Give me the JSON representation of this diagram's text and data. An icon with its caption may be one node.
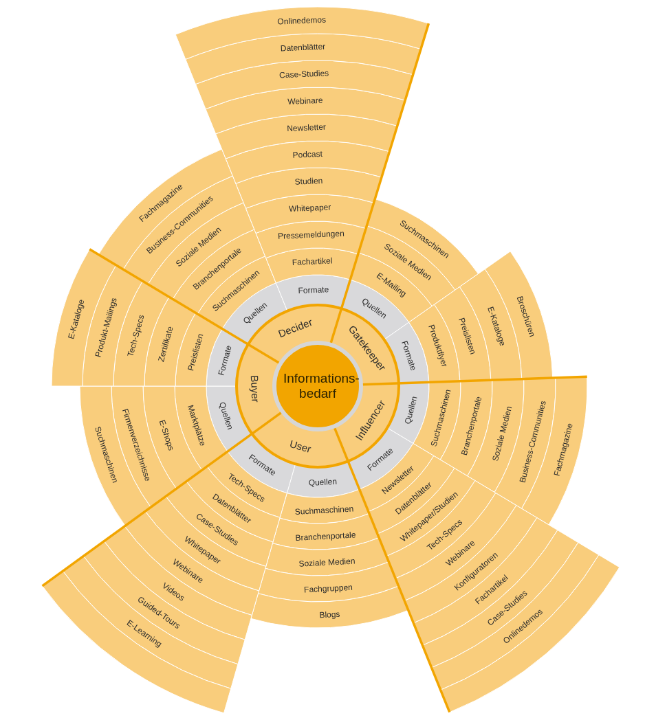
{
  "diagram": {
    "nodes": [
      {
        "text": [
          "Informations- bedarf"
        ]
      },
      {
        "text": [
          "Decider"
        ]
      },
      {
        "text": [
          "Gatekeeper"
        ]
      },
      {
        "text": [
          "Influencer"
        ]
      },
      {
        "text": [
          "User"
        ]
      },
      {
        "text": [
          "Buyer"
        ]
      },
      {
        "text": [
          "Quellen"
        ]
      },
      {
        "text": [
          "Formate"
        ]
      },
      {
        "text": [
          "Quellen"
        ]
      },
      {
        "text": [
          "Formate"
        ]
      },
      {
        "text": [
          "Quellen"
        ]
      },
      {
        "text": [
          "Formate"
        ]
      },
      {
        "text": [
          "Quellen"
        ]
      },
      {
        "text": [
          "Formate"
        ]
      },
      {
        "text": [
          "Quellen"
        ]
      },
      {
        "text": [
          "Formate"
        ]
      },
      {
        "text": [
          "Suchmaschinen"
        ]
      },
      {
        "text": [
          "Branchenportale"
        ]
      },
      {
        "text": [
          "Soziale Medien"
        ]
      },
      {
        "text": [
          "Business-Communities"
        ]
      },
      {
        "text": [
          "Fachmagazine"
        ]
      },
      {
        "text": [
          "Fachartikel"
        ]
      },
      {
        "text": [
          "Pressemeldungen"
        ]
      },
      {
        "text": [
          "Whitepaper"
        ]
      },
      {
        "text": [
          "Studien"
        ]
      },
      {
        "text": [
          "Podcast"
        ]
      },
      {
        "text": [
          "Newsletter"
        ]
      },
      {
        "text": [
          "Webinare"
        ]
      },
      {
        "text": [
          "Case-Studies"
        ]
      },
      {
        "text": [
          "Datenblätter"
        ]
      },
      {
        "text": [
          "Onlinedemos"
        ]
      },
      {
        "text": [
          "E-Mailing"
        ]
      },
      {
        "text": [
          "Soziale Medien"
        ]
      },
      {
        "text": [
          "Suchmaschinen"
        ]
      },
      {
        "text": [
          "Produktflyer"
        ]
      },
      {
        "text": [
          "Preislisten"
        ]
      },
      {
        "text": [
          "E-Kataloge"
        ]
      },
      {
        "text": [
          "Broschüren"
        ]
      },
      {
        "text": [
          "Suchmaschinen"
        ]
      },
      {
        "text": [
          "Branchenportale"
        ]
      },
      {
        "text": [
          "Soziale Medien"
        ]
      },
      {
        "text": [
          "Business-Communities"
        ]
      },
      {
        "text": [
          "Fachmagazine"
        ]
      },
      {
        "text": [
          "Newsletter"
        ]
      },
      {
        "text": [
          "Datenblätter"
        ]
      },
      {
        "text": [
          "Whitepaper/Studien"
        ]
      },
      {
        "text": [
          "Tech-Specs"
        ]
      },
      {
        "text": [
          "Webinare"
        ]
      },
      {
        "text": [
          "Konfiguratoren"
        ]
      },
      {
        "text": [
          "Fachartikel"
        ]
      },
      {
        "text": [
          "Case-Studies"
        ]
      },
      {
        "text": [
          "Onlinedemos"
        ]
      },
      {
        "text": [],
        "shape": "band"
      },
      {
        "text": [
          "Suchmaschinen"
        ]
      },
      {
        "text": [
          "Branchenportale"
        ]
      },
      {
        "text": [
          "Soziale Medien"
        ]
      },
      {
        "text": [
          "Fachgruppen"
        ]
      },
      {
        "text": [
          "Blogs"
        ]
      },
      {
        "text": [
          "Tech-Specs"
        ]
      },
      {
        "text": [
          "Datenblätter"
        ]
      },
      {
        "text": [
          "Case-Studies"
        ]
      },
      {
        "text": [
          "Whitepaper"
        ]
      },
      {
        "text": [
          "Webinare"
        ]
      },
      {
        "text": [
          "Videos"
        ]
      },
      {
        "text": [
          "Guided-Tours"
        ]
      },
      {
        "text": [
          "E-Learning"
        ]
      },
      {
        "text": [],
        "shape": "band"
      },
      {
        "text": [
          "Marktplätze"
        ]
      },
      {
        "text": [
          "E-Shops"
        ]
      },
      {
        "text": [
          "Firmenverzeichnisse"
        ]
      },
      {
        "text": [
          "Suchmaschinen"
        ]
      },
      {
        "text": [
          "Preislisten"
        ]
      },
      {
        "text": [
          "Zertifikate"
        ]
      },
      {
        "text": [
          "Tech-Specs"
        ]
      },
      {
        "text": [
          "Produkt-Mailings"
        ]
      },
      {
        "text": [
          "E-Kataloge"
        ]
      }
    ]
  }
}
